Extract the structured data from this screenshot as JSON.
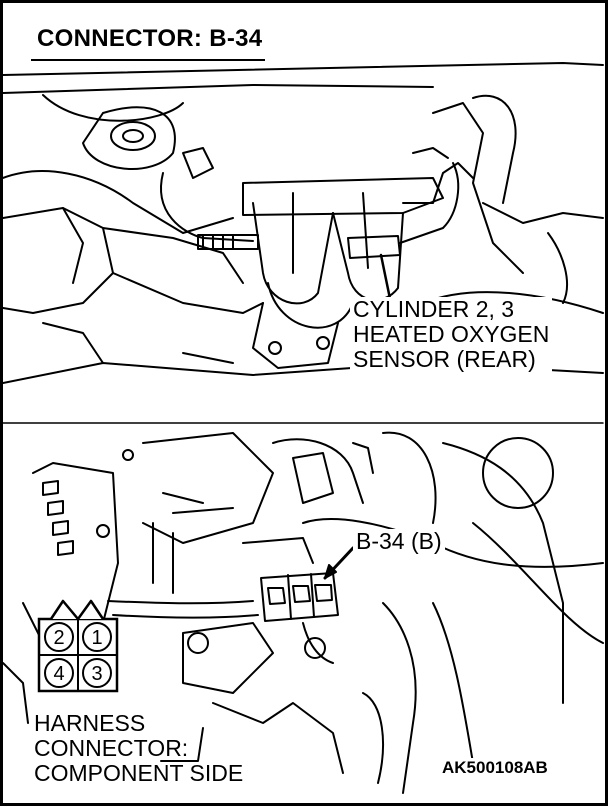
{
  "title": "CONNECTOR: B-34",
  "sensor_label": [
    "CYLINDER 2, 3",
    "HEATED OXYGEN",
    "SENSOR (REAR)"
  ],
  "connector_callout": "B-34 (B)",
  "harness_label": [
    "HARNESS",
    "CONNECTOR:",
    "COMPONENT SIDE"
  ],
  "pins": [
    "2",
    "1",
    "4",
    "3"
  ],
  "figure_code": "AK500108AB"
}
